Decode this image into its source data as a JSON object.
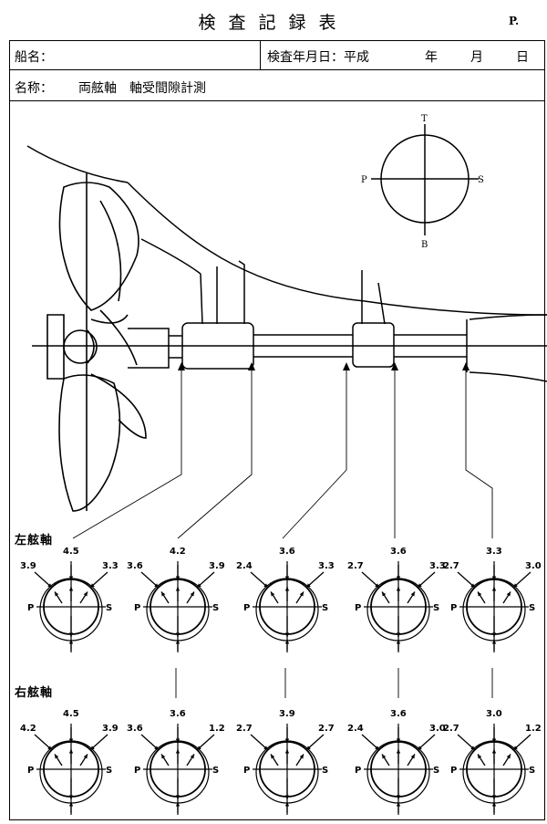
{
  "document": {
    "title": "検査記録表",
    "page_label": "P."
  },
  "header": {
    "ship_name_label": "船名：",
    "inspection_date_label": "検査年月日：平成",
    "year_label": "年",
    "month_label": "月",
    "day_label": "日",
    "name_label": "名称：",
    "name_value": "両舷軸　軸受間隙計測"
  },
  "orientation": {
    "top": "T",
    "bottom": "B",
    "port": "P",
    "starboard": "S"
  },
  "port_shaft": {
    "label": "左舷軸",
    "gauges": [
      {
        "top": "4.5",
        "left": "3.9",
        "right": "3.3"
      },
      {
        "top": "4.2",
        "left": "3.6",
        "right": "3.9"
      },
      {
        "top": "3.6",
        "left": "2.4",
        "right": "3.3"
      },
      {
        "top": "3.6",
        "left": "2.7",
        "right": "3.3"
      },
      {
        "top": "3.3",
        "left": "2.7",
        "right": "3.0"
      }
    ]
  },
  "starboard_shaft": {
    "label": "右舷軸",
    "gauges": [
      {
        "top": "4.5",
        "left": "4.2",
        "right": "3.9"
      },
      {
        "top": "3.6",
        "left": "3.6",
        "right": "1.2"
      },
      {
        "top": "3.9",
        "left": "2.7",
        "right": "2.7"
      },
      {
        "top": "3.6",
        "left": "2.4",
        "right": "3.0"
      },
      {
        "top": "3.0",
        "left": "2.7",
        "right": "1.2"
      }
    ]
  }
}
